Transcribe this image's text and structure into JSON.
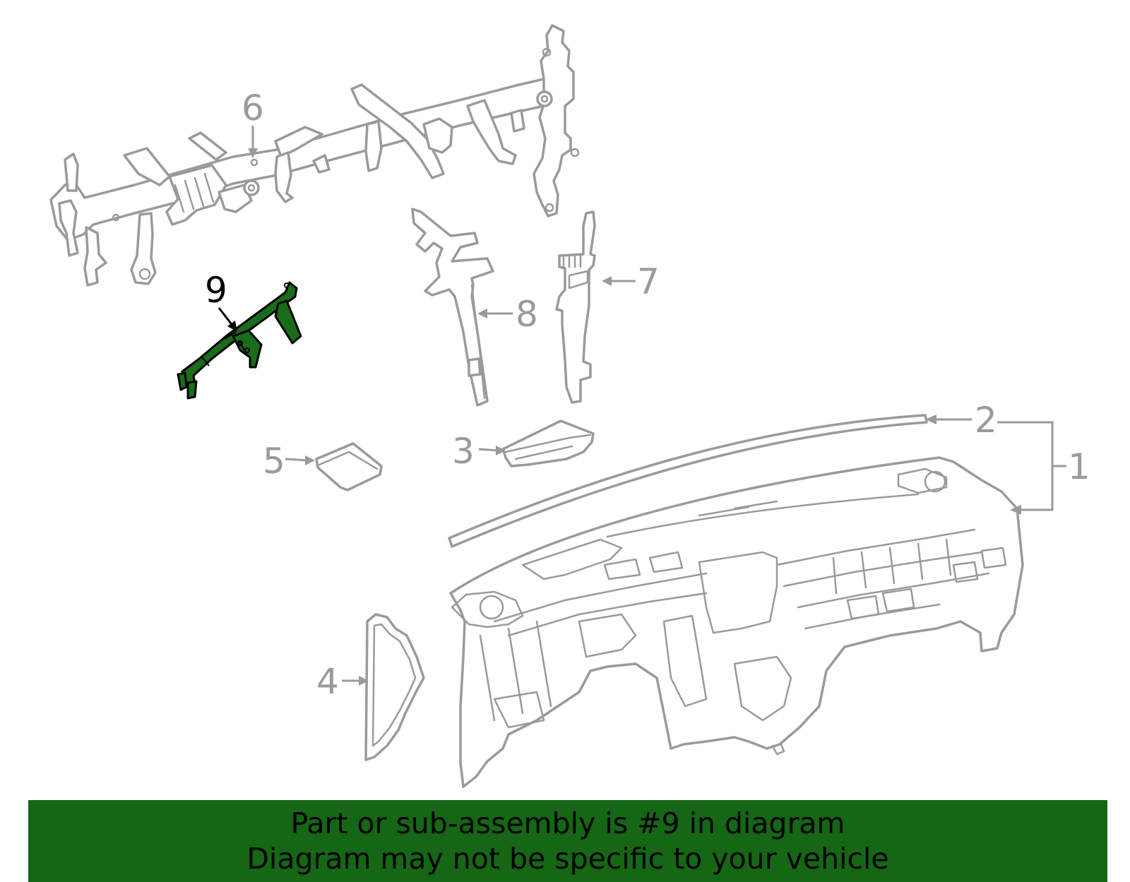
{
  "diagram": {
    "highlighted_part": "9",
    "highlight_color": "#1a6b1a",
    "line_color": "#9a9a9a",
    "callouts": [
      "1",
      "2",
      "3",
      "4",
      "5",
      "6",
      "7",
      "8",
      "9"
    ]
  },
  "banner": {
    "line1": "Part or sub-assembly is #9 in diagram",
    "line2": "Diagram may not be specific to your vehicle",
    "background": "#156615"
  }
}
